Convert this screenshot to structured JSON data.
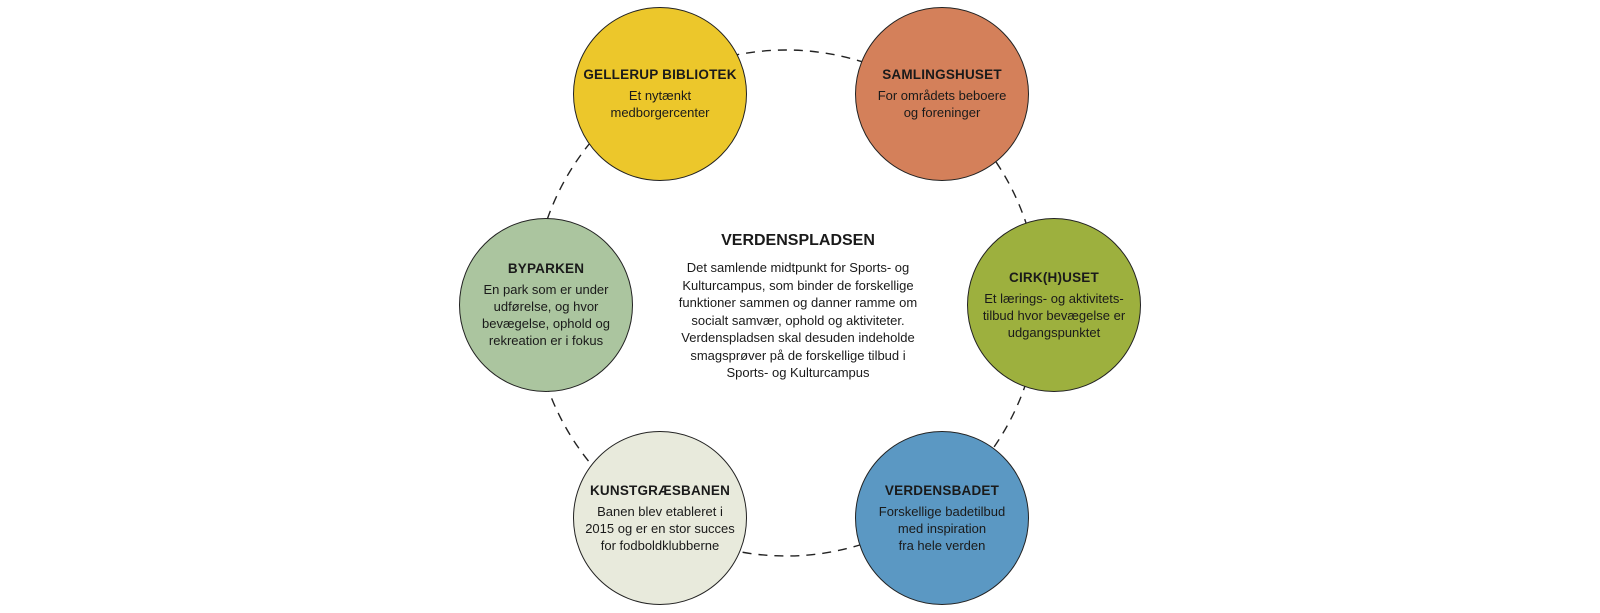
{
  "center": {
    "title": "VERDENSPLADSEN",
    "description": "Det samlende midtpunkt for Sports- og\nKulturcampus, som binder de forskellige\nfunktioner sammen og danner ramme om\nsocialt samvær, ophold og aktiviteter.\nVerdenspladsen skal desuden indeholde\nsmagsprøver på de forskellige tilbud i\nSports- og Kulturcampus"
  },
  "nodes": [
    {
      "title": "GELLERUP BIBLIOTEK",
      "description": "Et nytænkt\nmedborgercenter",
      "color": "#ecc72b"
    },
    {
      "title": "SAMLINGSHUSET",
      "description": "For områdets beboere\nog foreninger",
      "color": "#d4805a"
    },
    {
      "title": "CIRK(H)USET",
      "description": "Et lærings- og aktivitets-\ntilbud hvor bevægelse er\nudgangspunktet",
      "color": "#9db03e"
    },
    {
      "title": "VERDENSBADET",
      "description": "Forskellige badetilbud\nmed inspiration\nfra hele verden",
      "color": "#5b98c3"
    },
    {
      "title": "KUNSTGRÆSBANEN",
      "description": "Banen blev etableret i\n2015 og er en stor succes\nfor fodboldklubberne",
      "color": "#e8eadc"
    },
    {
      "title": "BYPARKEN",
      "description": "En park som er under\nudførelse, og hvor\nbevægelse, ophold og\nrekreation er i fokus",
      "color": "#abc59f"
    }
  ]
}
